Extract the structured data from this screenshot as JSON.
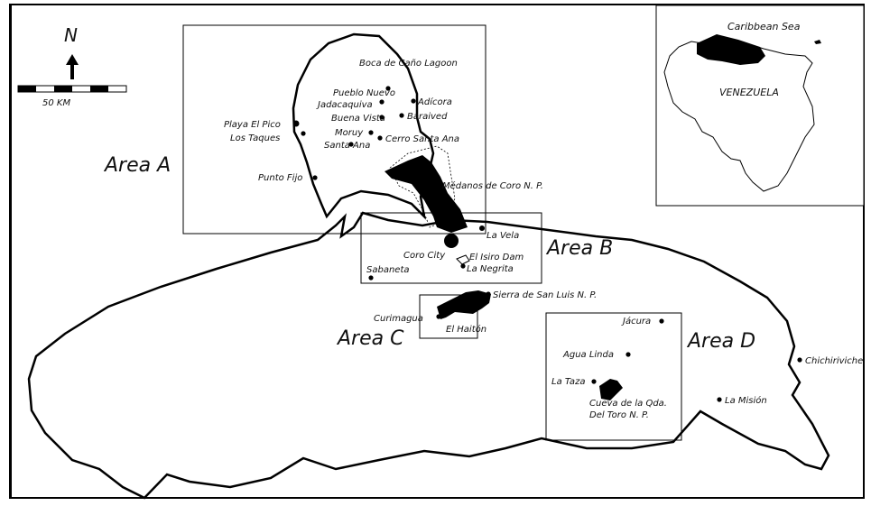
{
  "compass": {
    "north": "N",
    "scale_label": "50 KM"
  },
  "areas": {
    "a": "Area A",
    "b": "Area B",
    "c": "Area C",
    "d": "Area D"
  },
  "inset": {
    "sea": "Caribbean Sea",
    "country": "VENEZUELA"
  },
  "places": {
    "boca": "Boca de Caño Lagoon",
    "pueblo_nuevo": "Pueblo Nuevo",
    "adicora": "Adícora",
    "jadacaquiva": "Jadacaquiva",
    "baraived": "Baraived",
    "buena_vista": "Buena Vista",
    "playa_el_pico": "Playa El Pico",
    "moruy": "Moruy",
    "los_taques": "Los Taques",
    "cerro_santa_ana": "Cerro Santa Ana",
    "santa_ana": "Santa Ana",
    "punto_fijo": "Punto Fijo",
    "medanos": "Médanos de Coro N. P.",
    "la_vela": "La Vela",
    "coro_city": "Coro City",
    "el_isiro": "El Isiro Dam",
    "la_negrita": "La Negrita",
    "sabaneta": "Sabaneta",
    "sierra": "Sierra de San Luis N. P.",
    "curimagua": "Curimagua",
    "el_haiton": "El Haitón",
    "jacura": "Jácura",
    "agua_linda": "Agua Linda",
    "la_taza": "La Taza",
    "cueva_1": "Cueva de la Qda.",
    "cueva_2": "Del Toro N. P.",
    "la_mision": "La Misión",
    "chichiriviche": "Chichiriviche"
  }
}
